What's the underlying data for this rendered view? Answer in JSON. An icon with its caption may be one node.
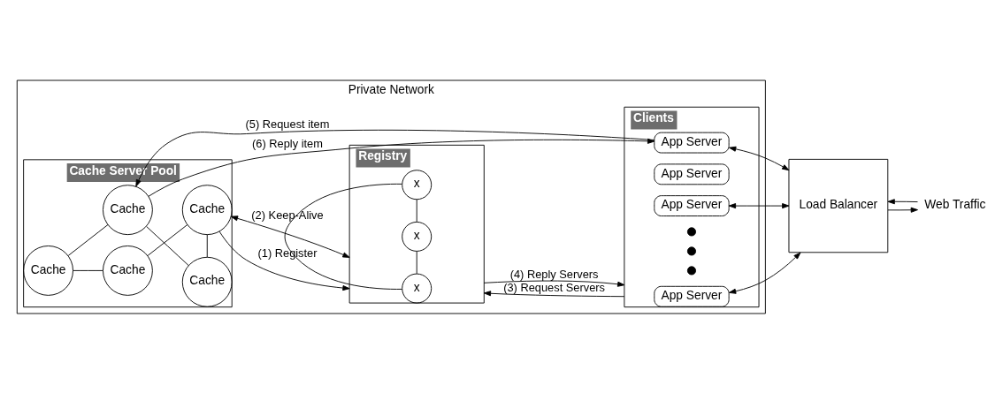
{
  "diagram": {
    "nodes": [
      {
        "text": [
          "Private Network"
        ]
      },
      {
        "text": [
          "Cache Server Pool"
        ],
        "in": 0
      },
      {
        "text": [
          "Cache"
        ],
        "in": 1
      },
      {
        "text": [
          "Cache"
        ],
        "in": 1
      },
      {
        "text": [
          "Cache"
        ],
        "in": 1
      },
      {
        "text": [
          "Cache"
        ],
        "in": 1
      },
      {
        "text": [
          "Cache"
        ],
        "in": 1
      },
      {
        "text": [
          "Registry"
        ],
        "in": 0
      },
      {
        "text": [
          "x"
        ],
        "in": 7
      },
      {
        "text": [
          "x"
        ],
        "in": 7
      },
      {
        "text": [
          "x"
        ],
        "in": 7
      },
      {
        "text": [
          "Clients"
        ],
        "in": 0
      },
      {
        "text": [
          "App Server"
        ],
        "in": 11
      },
      {
        "text": [
          "App Server"
        ],
        "in": 11
      },
      {
        "text": [
          "App Server"
        ],
        "in": 11
      },
      {
        "text": [],
        "shape": "circle",
        "in": 11
      },
      {
        "text": [],
        "shape": "circle",
        "in": 11
      },
      {
        "text": [],
        "shape": "circle",
        "in": 11
      },
      {
        "text": [
          "App Server"
        ],
        "in": 11
      },
      {
        "text": [
          "Load Balancer"
        ]
      },
      {
        "text": [
          "Web Traffic"
        ]
      }
    ],
    "edges": [
      {
        "from": 2,
        "to": 3,
        "arrow": "none"
      },
      {
        "from": 3,
        "to": 5,
        "arrow": "none"
      },
      {
        "from": 5,
        "to": 6,
        "arrow": "none"
      },
      {
        "from": 6,
        "to": 4,
        "arrow": "none"
      },
      {
        "from": 4,
        "to": 2,
        "arrow": "none"
      },
      {
        "from": 8,
        "to": 9,
        "arrow": "none"
      },
      {
        "from": 9,
        "to": 10,
        "arrow": "none"
      },
      {
        "from": 10,
        "to": 8,
        "arrow": "none"
      },
      {
        "from": 12,
        "to": 2,
        "arrow": "to",
        "label": "(5) Request item"
      },
      {
        "from": 2,
        "to": 12,
        "arrow": "to",
        "label": "(6) Reply item"
      },
      {
        "from": 6,
        "to": 7,
        "arrow": "to",
        "label": "(1) Register"
      },
      {
        "from": 6,
        "to": 7,
        "arrow": "both",
        "label": "(2) Keep-Alive"
      },
      {
        "from": 11,
        "to": 7,
        "arrow": "to",
        "label": "(3) Request Servers"
      },
      {
        "from": 7,
        "to": 11,
        "arrow": "to",
        "label": "(4) Reply Servers"
      },
      {
        "from": 12,
        "to": 19,
        "arrow": "both"
      },
      {
        "from": 14,
        "to": 19,
        "arrow": "both"
      },
      {
        "from": 18,
        "to": 19,
        "arrow": "both"
      },
      {
        "from": 20,
        "to": 19,
        "arrow": "to"
      },
      {
        "from": 19,
        "to": 20,
        "arrow": "to"
      }
    ]
  }
}
